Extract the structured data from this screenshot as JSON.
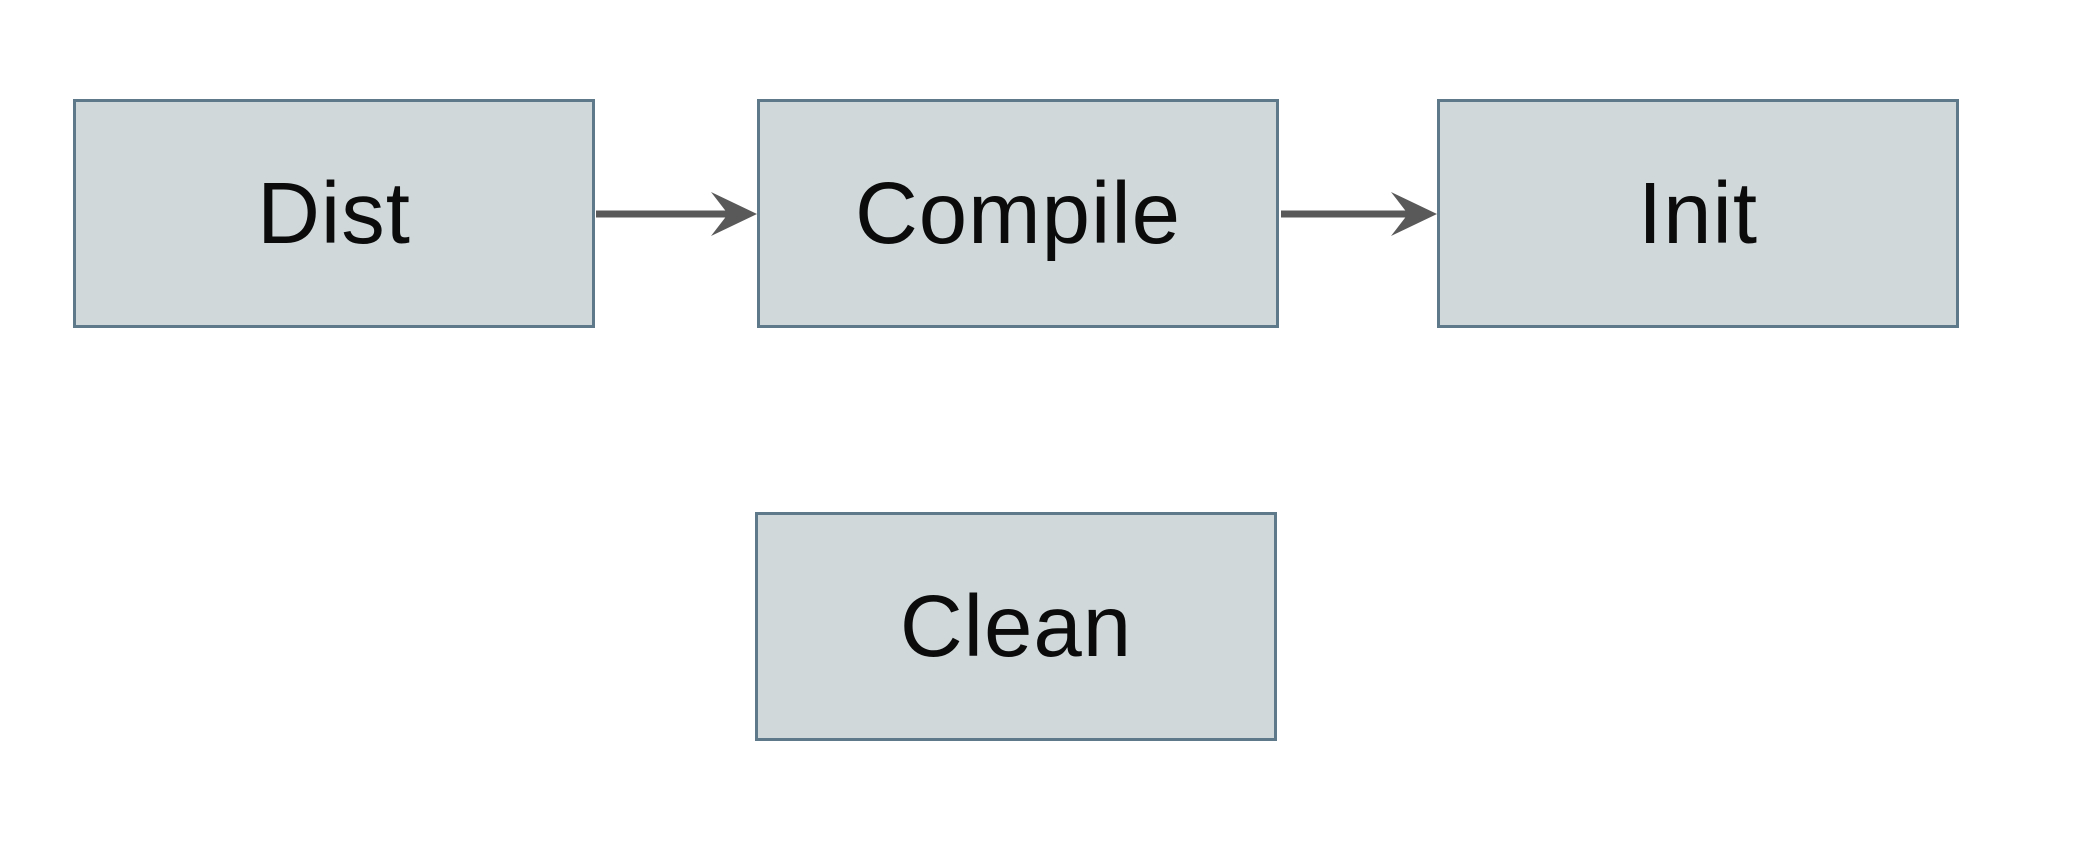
{
  "diagram": {
    "type": "flowchart",
    "nodes": [
      {
        "id": "dist",
        "label": "Dist"
      },
      {
        "id": "compile",
        "label": "Compile"
      },
      {
        "id": "init",
        "label": "Init"
      },
      {
        "id": "clean",
        "label": "Clean"
      }
    ],
    "edges": [
      {
        "from": "Dist",
        "to": "Compile",
        "style": "arrow-right"
      },
      {
        "from": "Compile",
        "to": "Init",
        "style": "arrow-right"
      }
    ],
    "colors": {
      "node_fill": "#d0d8da",
      "node_border": "#5e7a8a",
      "arrow": "#595959",
      "text": "#0b0b0b",
      "background": "#ffffff"
    }
  }
}
